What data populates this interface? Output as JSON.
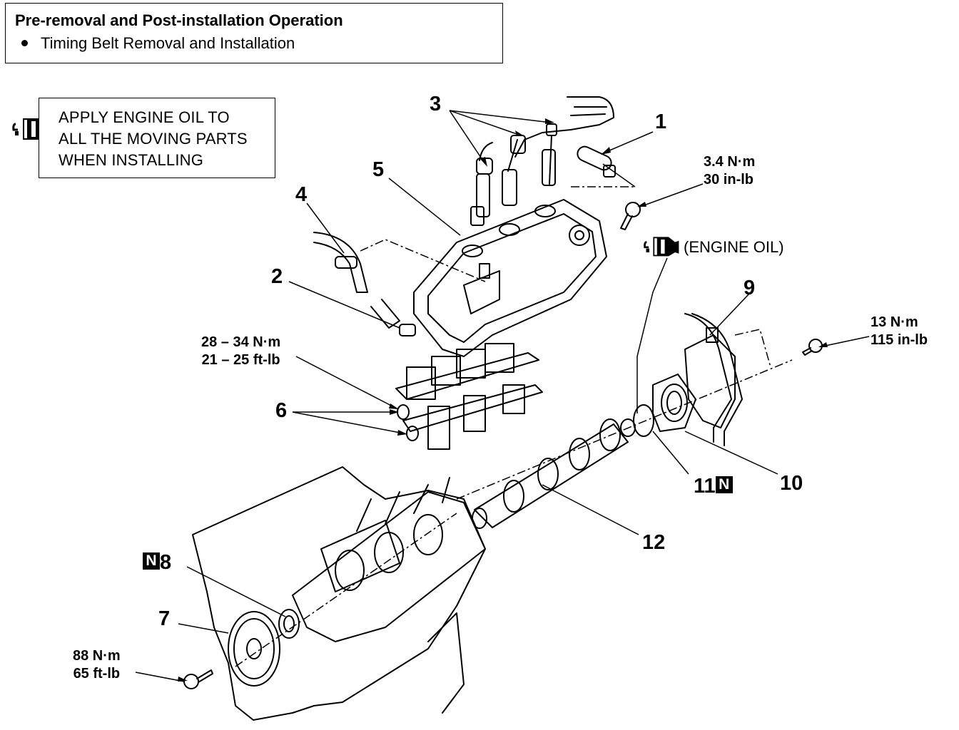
{
  "operation_box": {
    "title": "Pre-removal and Post-installation Operation",
    "items": [
      "Timing Belt Removal and Installation"
    ]
  },
  "oil_note": {
    "icon": "oil-can-icon",
    "lines": [
      "APPLY ENGINE OIL TO",
      "ALL THE MOVING PARTS",
      "WHEN INSTALLING"
    ]
  },
  "engine_oil_label": "(ENGINE OIL)",
  "callouts": {
    "c1": "1",
    "c2": "2",
    "c3": "3",
    "c4": "4",
    "c5": "5",
    "c6": "6",
    "c7": "7",
    "c8": "8",
    "c9": "9",
    "c10": "10",
    "c11": "11",
    "c12": "12"
  },
  "badges": {
    "new_part": "N"
  },
  "torques": {
    "t1": [
      "3.4 N·m",
      "30 in-lb"
    ],
    "t2": [
      "28 – 34 N·m",
      "21 – 25 ft-lb"
    ],
    "t3": [
      "13 N·m",
      "115 in-lb"
    ],
    "t4": [
      "88 N·m",
      "65 ft-lb"
    ]
  }
}
